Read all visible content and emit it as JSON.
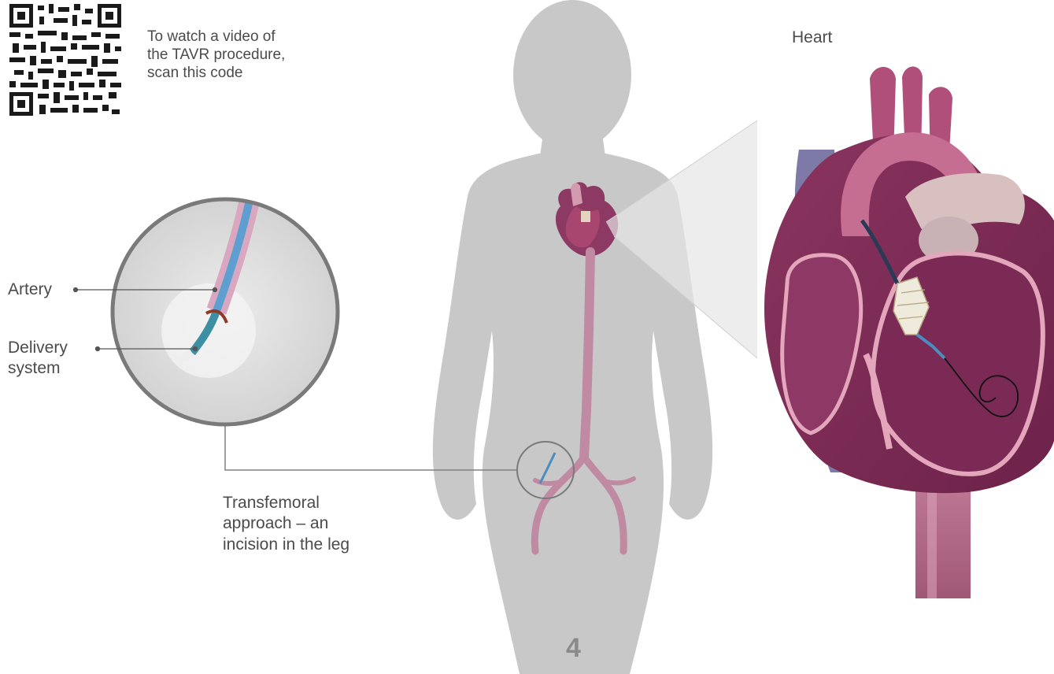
{
  "qr_caption": {
    "line1": "To watch a video of",
    "line2": "the TAVR procedure,",
    "line3": "scan this code"
  },
  "labels": {
    "heart": "Heart",
    "artery": "Artery",
    "delivery_line1": "Delivery",
    "delivery_line2": "system",
    "approach_line1": "Transfemoral",
    "approach_line2": "approach – an",
    "approach_line3": "incision in the leg"
  },
  "page_number": "4",
  "colors": {
    "silhouette": "#c9c9c9",
    "heart_dark": "#7b2a52",
    "heart_mid": "#a8456f",
    "heart_light": "#e0a7b5",
    "artery_pink": "#d7a3bb",
    "catheter_blue": "#5fa0cf",
    "circle_border": "#7a7a7a"
  }
}
